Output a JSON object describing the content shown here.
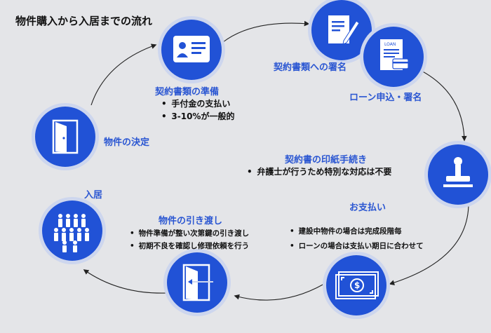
{
  "title": "物件購入から入居までの流れ",
  "steps": {
    "decision": {
      "label": "物件の決定"
    },
    "prep": {
      "label": "契約書類の準備",
      "bullets": [
        "手付金の支払い",
        "3-10%が一般的"
      ]
    },
    "sign": {
      "label": "契約書類への署名"
    },
    "loan": {
      "label": "ローン申込・署名",
      "icon_text": "LOAN"
    },
    "stamp": {
      "label": "契約書の印紙手続き",
      "bullets": [
        "弁護士が行うため特別な対応は不要"
      ]
    },
    "payment": {
      "label": "お支払い",
      "bullets": [
        "建設中物件の場合は完成段階毎",
        "ローンの場合は支払い期日に合わせて"
      ]
    },
    "handover": {
      "label": "物件の引き渡し",
      "bullets": [
        "物件準備が整い次第鍵の引き渡し",
        "初期不良を確認し修理依頼を行う"
      ]
    },
    "movein": {
      "label": "入居"
    }
  },
  "colors": {
    "accent": "#2152d6",
    "ring": "#cdd6ee",
    "label": "#2a56d2",
    "background": "#e4e5e8"
  },
  "icons": {
    "decision": "door-icon",
    "prep": "id-card-icon",
    "sign": "contract-signing-icon",
    "loan": "loan-document-icon",
    "stamp": "stamp-icon",
    "payment": "money-icon",
    "handover": "key-handover-door-icon",
    "movein": "people-group-icon"
  }
}
